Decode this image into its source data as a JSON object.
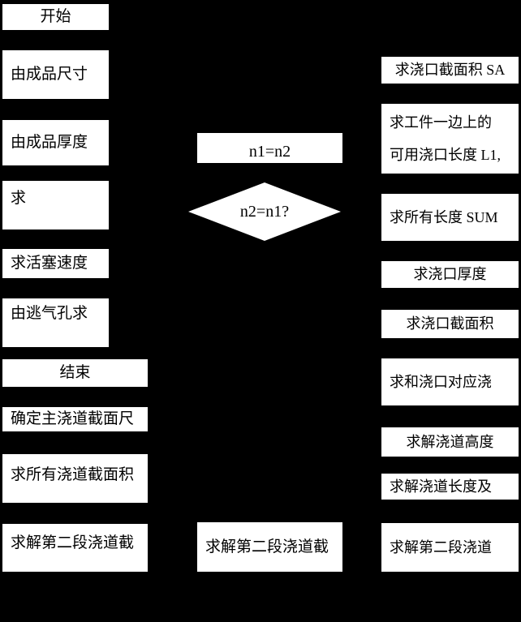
{
  "diagram_type": "flowchart",
  "colors": {
    "background": "#000000",
    "node_fill": "#ffffff",
    "node_text": "#000000"
  },
  "flowchart": {
    "left_column": [
      {
        "id": "start",
        "text": "开始",
        "shape": "process"
      },
      {
        "id": "product-size",
        "text": "由成品尺寸",
        "shape": "process"
      },
      {
        "id": "product-thickness",
        "text": "由成品厚度",
        "shape": "process"
      },
      {
        "id": "solve",
        "text": "求",
        "shape": "process"
      },
      {
        "id": "piston-speed",
        "text": "求活塞速度",
        "shape": "process"
      },
      {
        "id": "vent-hole",
        "text": "由逃气孔求",
        "shape": "process"
      },
      {
        "id": "end",
        "text": "结束",
        "shape": "process"
      },
      {
        "id": "main-runner-section",
        "text": "确定主浇道截面尺",
        "shape": "process"
      },
      {
        "id": "all-runner-area",
        "text": "求所有浇道截面积",
        "shape": "process"
      },
      {
        "id": "second-runner-left",
        "text": "求解第二段浇道截",
        "shape": "process"
      }
    ],
    "middle_column": [
      {
        "id": "n1-eq-n2",
        "text": "n1=n2",
        "shape": "process"
      },
      {
        "id": "n2-eq-n1-decision",
        "text": "n2=n1?",
        "shape": "decision"
      },
      {
        "id": "second-runner-mid",
        "text": "求解第二段浇道截",
        "shape": "process"
      }
    ],
    "right_column": [
      {
        "id": "gate-area-sa",
        "text": "求浇口截面积 SA",
        "shape": "process"
      },
      {
        "id": "gate-length-l1",
        "text": "求工件一边上的\n可用浇口长度 L1,",
        "shape": "process"
      },
      {
        "id": "total-length-sum",
        "text": "求所有长度 SUM",
        "shape": "process"
      },
      {
        "id": "gate-thickness",
        "text": "求浇口厚度",
        "shape": "process"
      },
      {
        "id": "gate-area",
        "text": "求浇口截面积",
        "shape": "process"
      },
      {
        "id": "gate-corresponding",
        "text": "求和浇口对应浇",
        "shape": "process"
      },
      {
        "id": "runner-height",
        "text": "求解浇道高度",
        "shape": "process"
      },
      {
        "id": "runner-length",
        "text": "求解浇道长度及",
        "shape": "process"
      },
      {
        "id": "second-runner-right",
        "text": "求解第二段浇道",
        "shape": "process"
      }
    ]
  }
}
